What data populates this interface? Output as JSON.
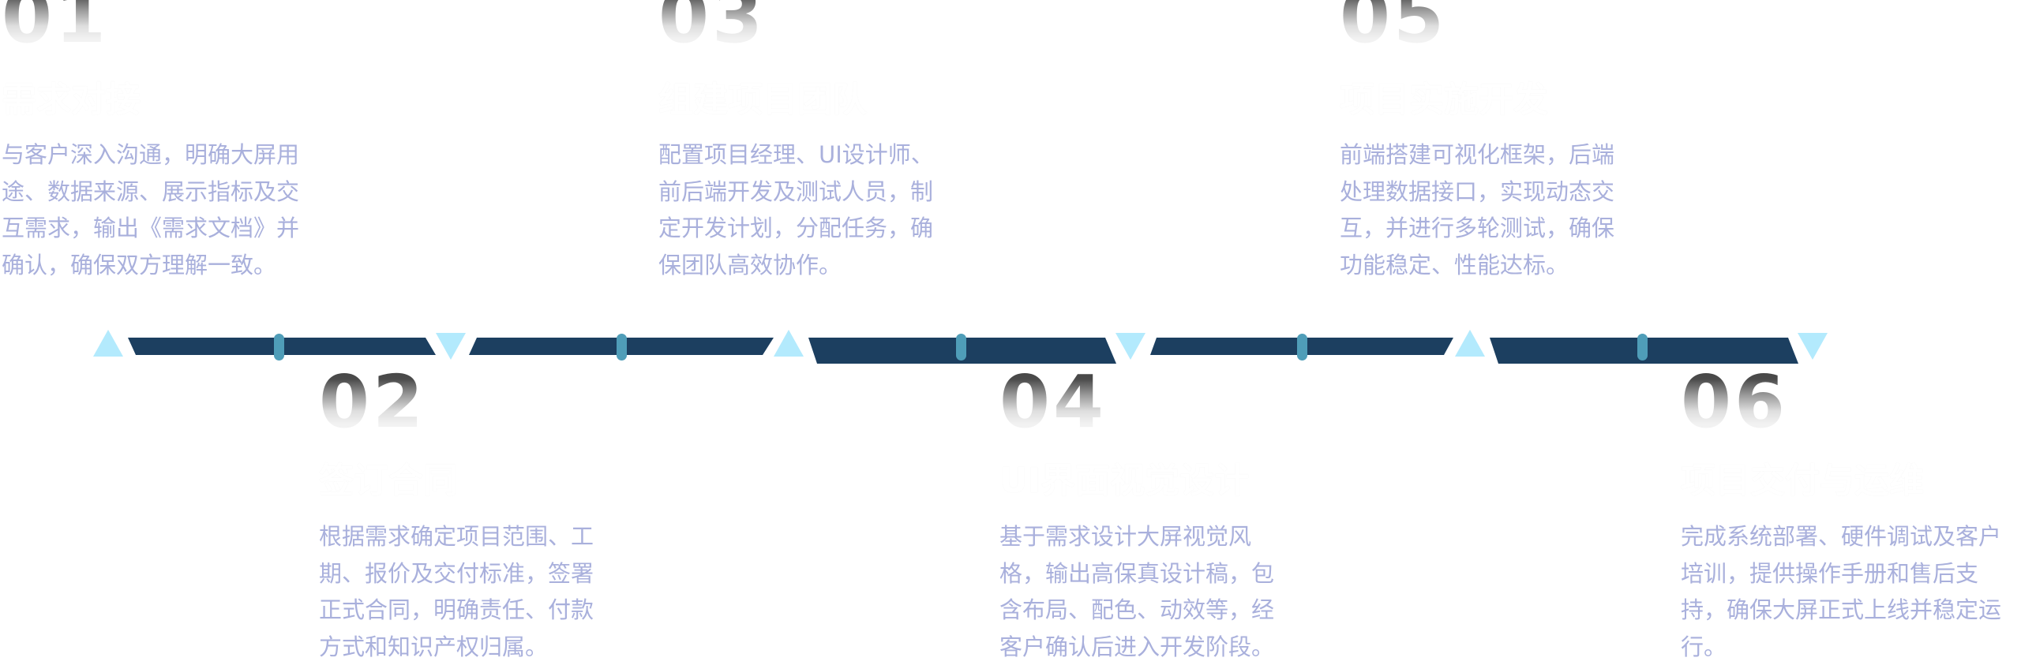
{
  "colors": {
    "bar": "#1c3f60",
    "knob": "#4f9db8",
    "triangle": "#b3eafd",
    "text": "#a9b0dc"
  },
  "steps": [
    {
      "number": "01",
      "title": "需求对接",
      "lines": [
        "与客户深入沟通，明确大屏用",
        "途、数据来源、展示指标及交",
        "互需求，输出《需求文档》并",
        "确认，确保双方理解一致。"
      ]
    },
    {
      "number": "02",
      "title": "签订合同",
      "lines": [
        "根据需求确定项目范围、工",
        "期、报价及交付标准，签署",
        "正式合同，明确责任、付款",
        "方式和知识产权归属。"
      ]
    },
    {
      "number": "03",
      "title": "组建项目团队",
      "lines": [
        "配置项目经理、UI设计师、",
        "前后端开发及测试人员，制",
        "定开发计划，分配任务，确",
        "保团队高效协作。"
      ]
    },
    {
      "number": "04",
      "title": "UI界面视觉设计",
      "lines": [
        "基于需求设计大屏视觉风",
        "格，输出高保真设计稿，包",
        "含布局、配色、动效等，经",
        "客户确认后进入开发阶段。"
      ]
    },
    {
      "number": "05",
      "title": "项目实施开发",
      "lines": [
        "前端搭建可视化框架，后端",
        "处理数据接口，实现动态交",
        "互，并进行多轮测试，确保",
        "功能稳定、性能达标。"
      ]
    },
    {
      "number": "06",
      "title": "项目交付与运维",
      "lines": [
        "完成系统部署、硬件调试及客户",
        "培训，提供操作手册和售后支",
        "持，确保大屏正式上线并稳定运",
        "行。"
      ]
    }
  ]
}
